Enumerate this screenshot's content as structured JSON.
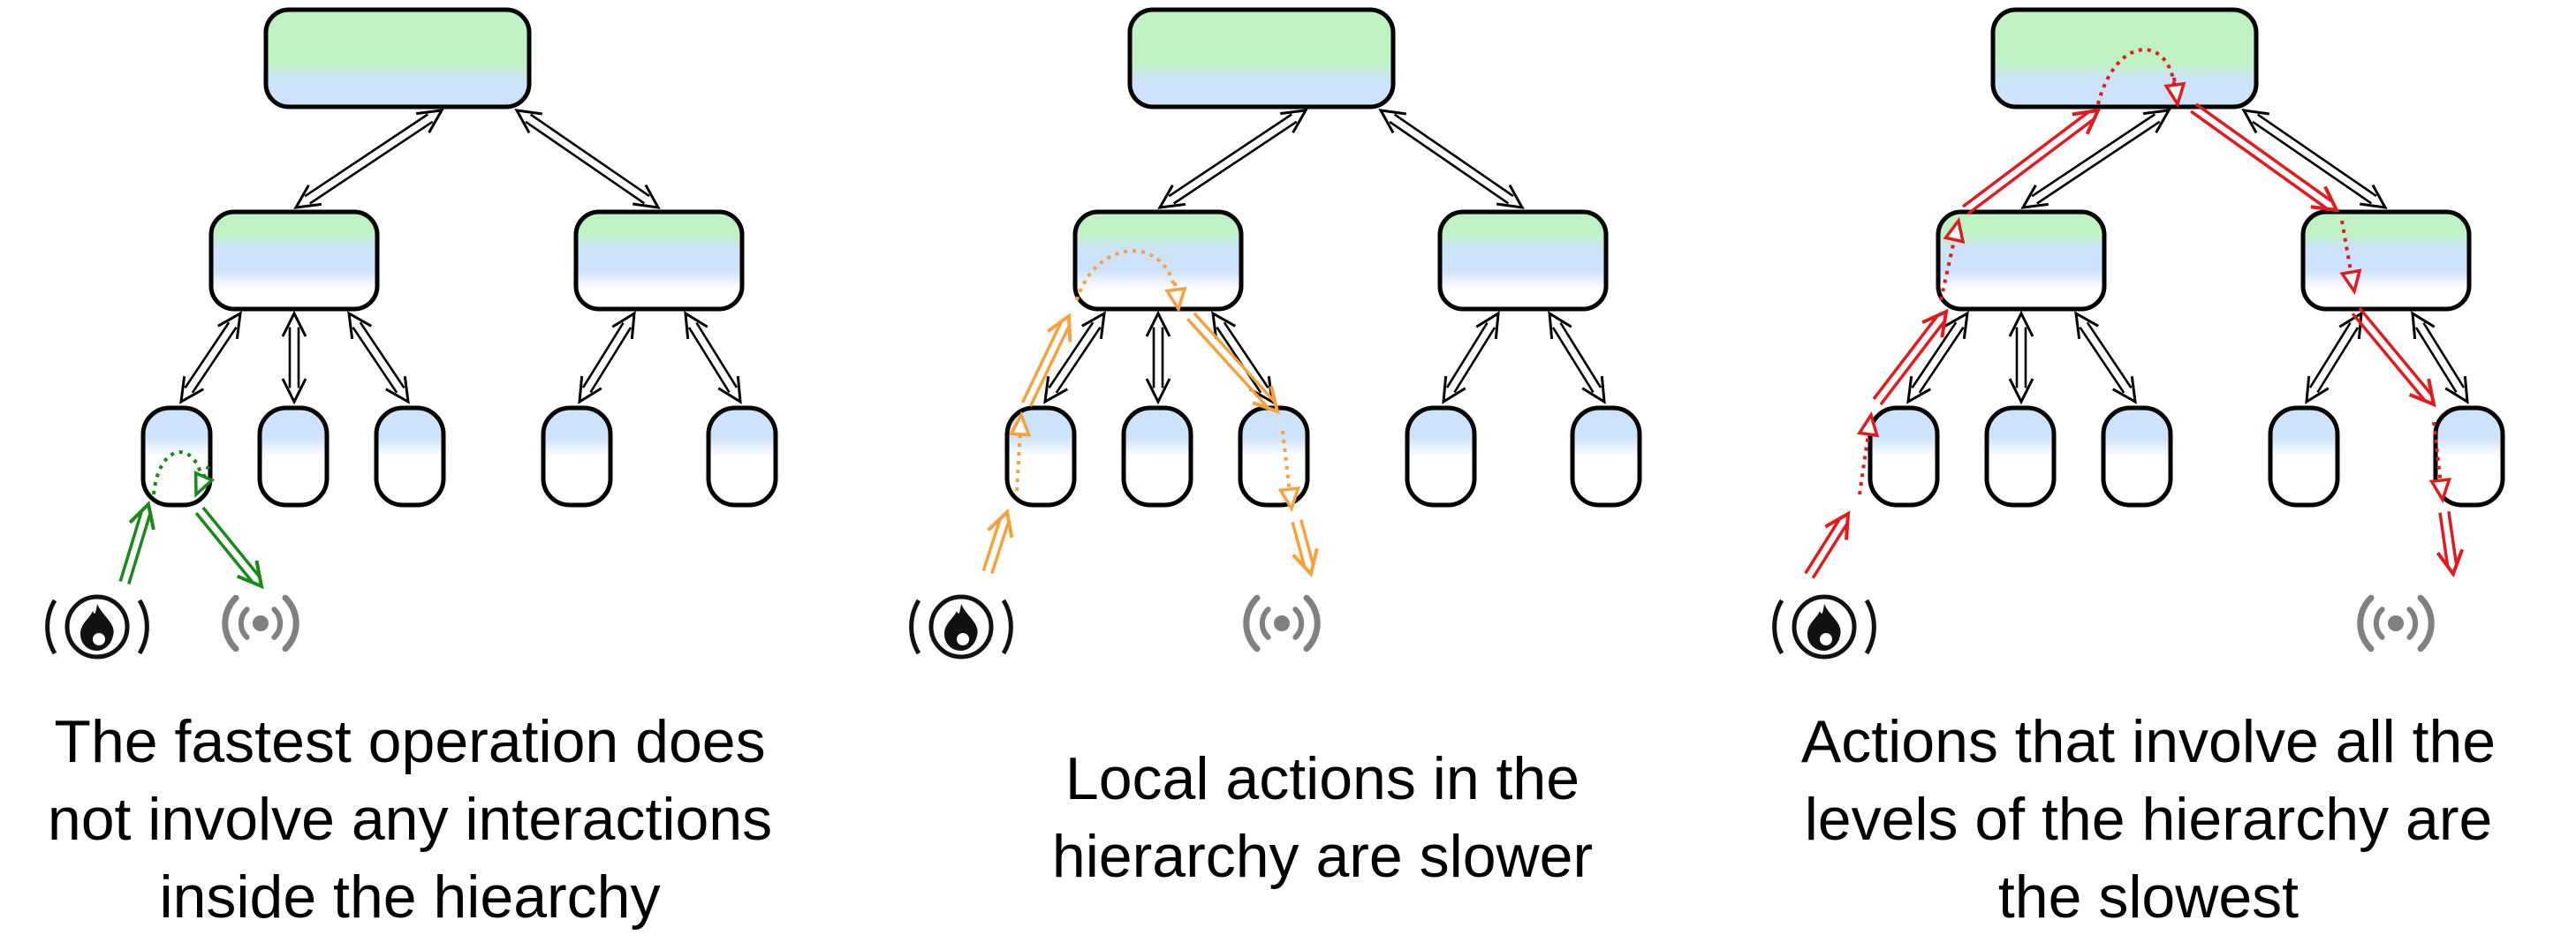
{
  "panels": [
    {
      "id": "fastest",
      "caption_lines": [
        "The fastest operation does",
        "not involve any interactions",
        "inside the hiearchy"
      ],
      "path_color": "#178a17",
      "path_nodes": [
        "leaf-1"
      ],
      "source_icon": "flame-sensor-icon",
      "target_icon": "broadcast-signal-icon"
    },
    {
      "id": "local",
      "caption_lines": [
        "Local actions in the",
        "hierarchy are slower"
      ],
      "path_color": "#f7a03c",
      "path_nodes": [
        "leaf-1",
        "mid-left",
        "leaf-3"
      ],
      "source_icon": "flame-sensor-icon",
      "target_icon": "broadcast-signal-icon"
    },
    {
      "id": "slowest",
      "caption_lines": [
        "Actions that involve all the",
        "levels of the hierarchy are",
        "the slowest"
      ],
      "path_color": "#e31a1c",
      "path_nodes": [
        "leaf-1",
        "mid-left",
        "root",
        "mid-right",
        "leaf-5"
      ],
      "source_icon": "flame-sensor-icon",
      "target_icon": "broadcast-signal-icon"
    }
  ],
  "colors": {
    "node_top": "#bff2c3",
    "node_bottom": "#cde2fb",
    "link": "#000000",
    "icon_dark": "#111111",
    "icon_gray": "#808080"
  }
}
